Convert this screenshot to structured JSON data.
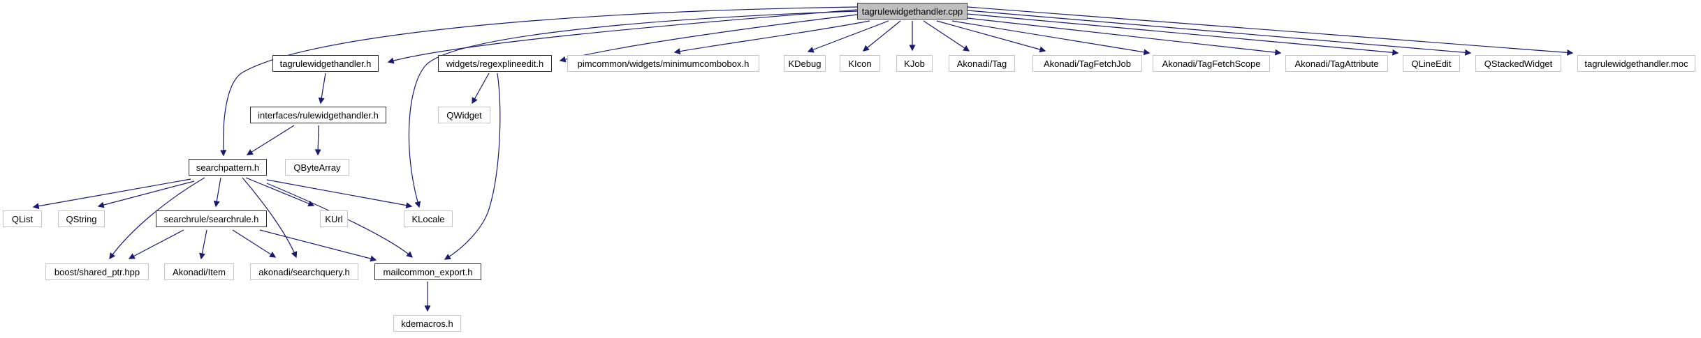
{
  "diagram": {
    "type": "include-dependency-graph",
    "title": "tagrulewidgethandler.cpp include graph",
    "edge_color": "#191970",
    "main_node_fill": "#bfbfbf",
    "linked_border_color": "#2f2f2f",
    "external_border_color": "#c3c3c3",
    "nodes": {
      "cpp": {
        "label": "tagrulewidgethandler.cpp"
      },
      "tagrulewidgethandler_h": {
        "label": "tagrulewidgethandler.h"
      },
      "regexplineedit_h": {
        "label": "widgets/regexplineedit.h"
      },
      "minimumcombobox_h": {
        "label": "pimcommon/widgets/minimumcombobox.h"
      },
      "kdebug": {
        "label": "KDebug"
      },
      "kicon": {
        "label": "KIcon"
      },
      "kjob": {
        "label": "KJob"
      },
      "akonadi_tag": {
        "label": "Akonadi/Tag"
      },
      "akonadi_tagfetchjob": {
        "label": "Akonadi/TagFetchJob"
      },
      "akonadi_tagfetchscope": {
        "label": "Akonadi/TagFetchScope"
      },
      "akonadi_tagattribute": {
        "label": "Akonadi/TagAttribute"
      },
      "qlineedit": {
        "label": "QLineEdit"
      },
      "qstackedwidget": {
        "label": "QStackedWidget"
      },
      "moc": {
        "label": "tagrulewidgethandler.moc"
      },
      "rulewidgethandler_h": {
        "label": "interfaces/rulewidgethandler.h"
      },
      "qwidget": {
        "label": "QWidget"
      },
      "searchpattern_h": {
        "label": "searchpattern.h"
      },
      "qbytearray": {
        "label": "QByteArray"
      },
      "qlist": {
        "label": "QList"
      },
      "qstring": {
        "label": "QString"
      },
      "searchrule_h": {
        "label": "searchrule/searchrule.h"
      },
      "kurl": {
        "label": "KUrl"
      },
      "klocale": {
        "label": "KLocale"
      },
      "boost_shared_ptr": {
        "label": "boost/shared_ptr.hpp"
      },
      "akonadi_item": {
        "label": "Akonadi/Item"
      },
      "searchquery_h": {
        "label": "akonadi/searchquery.h"
      },
      "mailcommon_export_h": {
        "label": "mailcommon_export.h"
      },
      "kdemacros_h": {
        "label": "kdemacros.h"
      }
    },
    "edges": [
      {
        "from": "tagrulewidgethandler.cpp",
        "to": "tagrulewidgethandler.h"
      },
      {
        "from": "tagrulewidgethandler.cpp",
        "to": "widgets/regexplineedit.h"
      },
      {
        "from": "tagrulewidgethandler.cpp",
        "to": "pimcommon/widgets/minimumcombobox.h"
      },
      {
        "from": "tagrulewidgethandler.cpp",
        "to": "KDebug"
      },
      {
        "from": "tagrulewidgethandler.cpp",
        "to": "KIcon"
      },
      {
        "from": "tagrulewidgethandler.cpp",
        "to": "KJob"
      },
      {
        "from": "tagrulewidgethandler.cpp",
        "to": "Akonadi/Tag"
      },
      {
        "from": "tagrulewidgethandler.cpp",
        "to": "Akonadi/TagFetchJob"
      },
      {
        "from": "tagrulewidgethandler.cpp",
        "to": "Akonadi/TagFetchScope"
      },
      {
        "from": "tagrulewidgethandler.cpp",
        "to": "Akonadi/TagAttribute"
      },
      {
        "from": "tagrulewidgethandler.cpp",
        "to": "QLineEdit"
      },
      {
        "from": "tagrulewidgethandler.cpp",
        "to": "QStackedWidget"
      },
      {
        "from": "tagrulewidgethandler.cpp",
        "to": "tagrulewidgethandler.moc"
      },
      {
        "from": "tagrulewidgethandler.cpp",
        "to": "searchpattern.h"
      },
      {
        "from": "tagrulewidgethandler.cpp",
        "to": "KLocale"
      },
      {
        "from": "tagrulewidgethandler.h",
        "to": "interfaces/rulewidgethandler.h"
      },
      {
        "from": "widgets/regexplineedit.h",
        "to": "QWidget"
      },
      {
        "from": "widgets/regexplineedit.h",
        "to": "mailcommon_export.h"
      },
      {
        "from": "interfaces/rulewidgethandler.h",
        "to": "searchpattern.h"
      },
      {
        "from": "interfaces/rulewidgethandler.h",
        "to": "QByteArray"
      },
      {
        "from": "searchpattern.h",
        "to": "QList"
      },
      {
        "from": "searchpattern.h",
        "to": "QString"
      },
      {
        "from": "searchpattern.h",
        "to": "boost/shared_ptr.hpp"
      },
      {
        "from": "searchpattern.h",
        "to": "searchrule/searchrule.h"
      },
      {
        "from": "searchpattern.h",
        "to": "KUrl"
      },
      {
        "from": "searchpattern.h",
        "to": "KLocale"
      },
      {
        "from": "searchpattern.h",
        "to": "akonadi/searchquery.h"
      },
      {
        "from": "searchpattern.h",
        "to": "mailcommon_export.h"
      },
      {
        "from": "searchrule/searchrule.h",
        "to": "boost/shared_ptr.hpp"
      },
      {
        "from": "searchrule/searchrule.h",
        "to": "Akonadi/Item"
      },
      {
        "from": "searchrule/searchrule.h",
        "to": "akonadi/searchquery.h"
      },
      {
        "from": "searchrule/searchrule.h",
        "to": "mailcommon_export.h"
      },
      {
        "from": "mailcommon_export.h",
        "to": "kdemacros.h"
      }
    ]
  }
}
